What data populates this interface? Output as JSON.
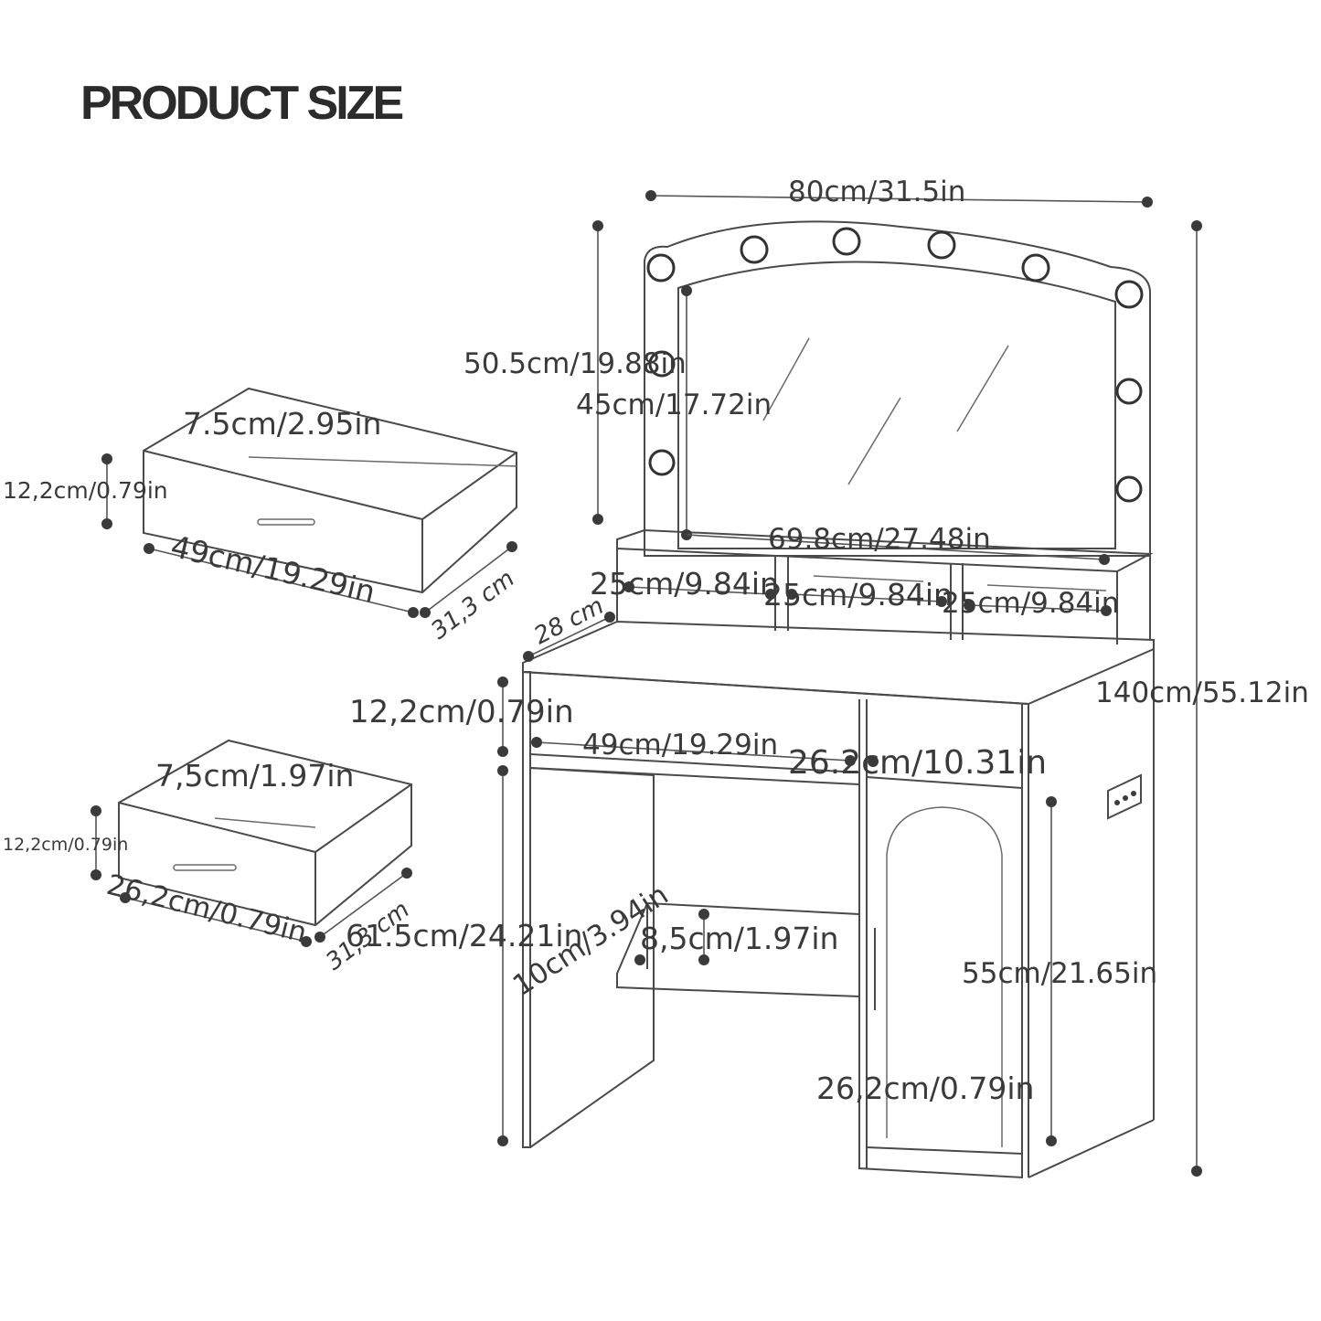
{
  "title": "PRODUCT SIZE",
  "dimensions": {
    "total_width": "80cm/31.5in",
    "mirror_frame_height": "50.5cm/19.88in",
    "mirror_height": "45cm/17.72in",
    "mirror_width": "69.8cm/27.48in",
    "compartment_1": "25cm/9.84in",
    "compartment_2": "25cm/9.84in",
    "compartment_3": "25cm/9.84in",
    "table_depth": "28 cm",
    "total_height": "140cm/55.12in",
    "drawer_height_main": "12,2cm/0.79in",
    "drawer_width_main": "49cm/19.29in",
    "cabinet_width": "26.2cm/10.31in",
    "leg_height": "61.5cm/24.21in",
    "shelf_depth": "10cm/3.94in",
    "shelf_gap": "8,5cm/1.97in",
    "cabinet_height": "55cm/21.65in",
    "cabinet_bottom": "26,2cm/0.79in"
  },
  "drawer_large": {
    "inner_height": "7.5cm/2.95in",
    "height": "12,2cm/0.79in",
    "width": "49cm/19.29in",
    "depth": "31,3 cm"
  },
  "drawer_small": {
    "inner_height": "7,5cm/1.97in",
    "height": "12,2cm/0.79in",
    "width": "26,2cm/0.79in",
    "depth": "31,3 cm"
  },
  "colors": {
    "line": "#4a4a4a",
    "text": "#3a3a3a",
    "dot": "#3a3a3a"
  }
}
